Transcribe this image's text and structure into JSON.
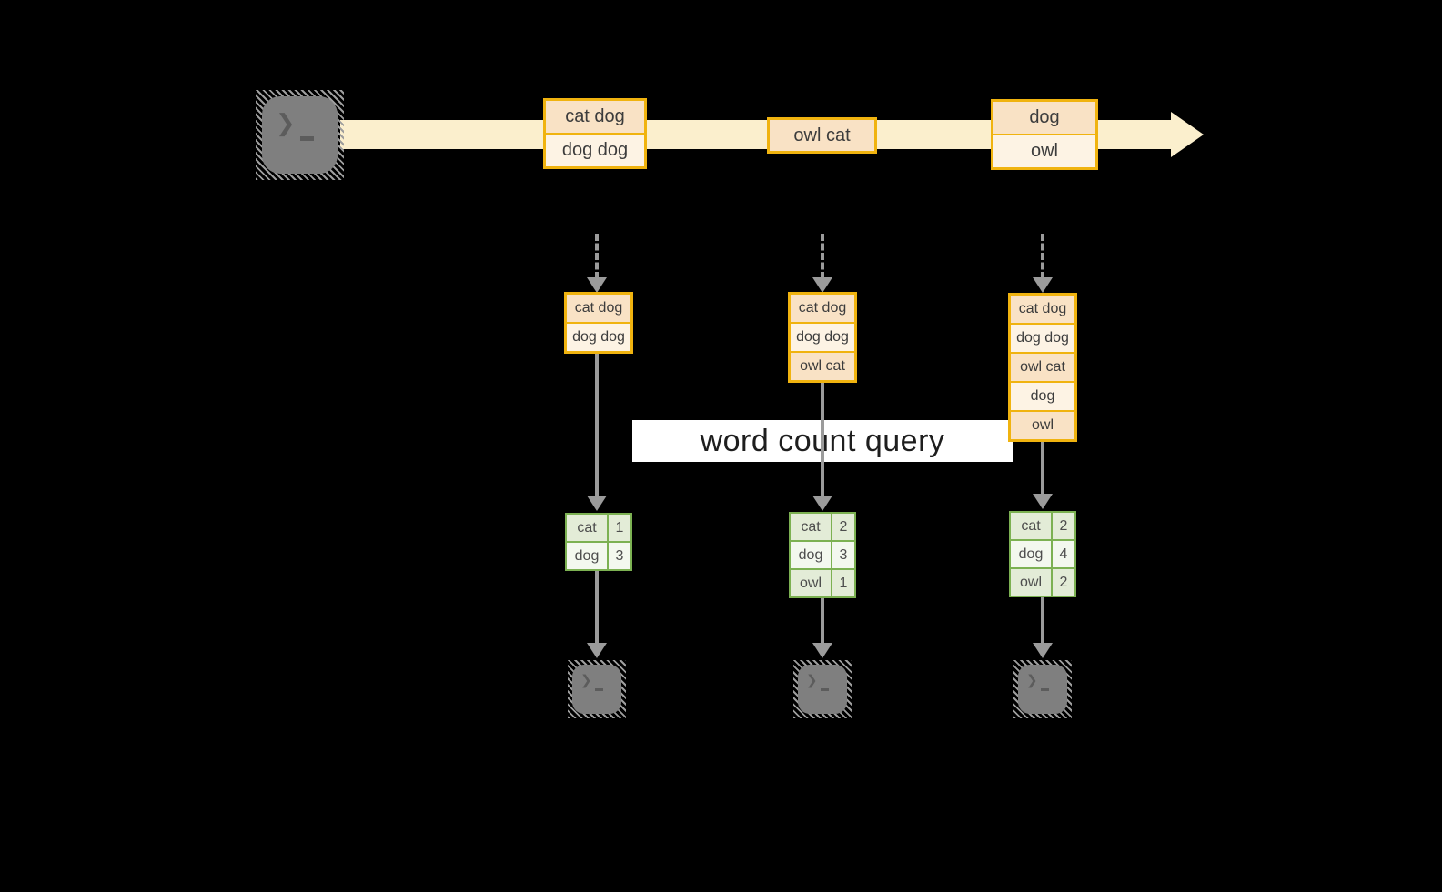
{
  "diagram": {
    "query_label": "word count query",
    "source_icon": "terminal-icon",
    "sink_icon": "terminal-icon",
    "stream": {
      "batches": [
        {
          "records": [
            "cat dog",
            "dog dog"
          ]
        },
        {
          "records": [
            "owl cat"
          ]
        },
        {
          "records": [
            "dog",
            "owl"
          ]
        }
      ]
    },
    "columns": [
      {
        "input_records": [
          "cat dog",
          "dog dog"
        ],
        "counts": [
          {
            "word": "cat",
            "count": "1"
          },
          {
            "word": "dog",
            "count": "3"
          }
        ]
      },
      {
        "input_records": [
          "cat dog",
          "dog dog",
          "owl cat"
        ],
        "counts": [
          {
            "word": "cat",
            "count": "2"
          },
          {
            "word": "dog",
            "count": "3"
          },
          {
            "word": "owl",
            "count": "1"
          }
        ]
      },
      {
        "input_records": [
          "cat dog",
          "dog dog",
          "owl cat",
          "dog",
          "owl"
        ],
        "counts": [
          {
            "word": "cat",
            "count": "2"
          },
          {
            "word": "dog",
            "count": "4"
          },
          {
            "word": "owl",
            "count": "2"
          }
        ]
      }
    ],
    "colors": {
      "background": "#000000",
      "stream_band": "#FBEFCD",
      "record_box_border": "#F0B30F",
      "record_row_dark": "#F9E2C5",
      "record_row_light": "#FDF3E4",
      "table_border": "#7CB152",
      "table_row_dark": "#E3ECD7",
      "table_row_light": "#F3F8EE",
      "arrow_gray": "#9B9B9B",
      "terminal_gray": "#7F7F7F"
    }
  }
}
